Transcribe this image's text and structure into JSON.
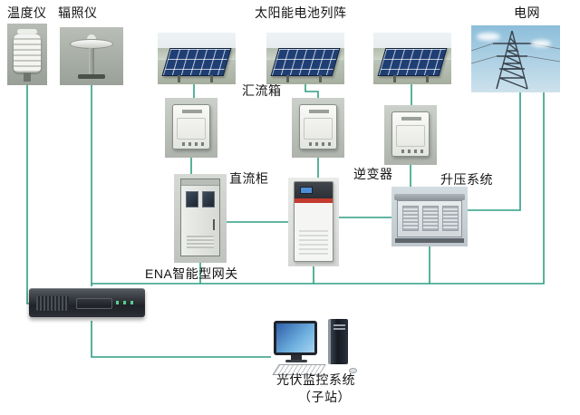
{
  "theme": {
    "line-color": "#2f9e82",
    "bg-color": "#ffffff"
  },
  "nodes": {
    "temperature": {
      "label": "温度仪"
    },
    "irradiance": {
      "label": "辐照仪"
    },
    "solar_array": {
      "label": "太阳能电池列阵",
      "panel_count": 3
    },
    "grid": {
      "label": "电网"
    },
    "combiner": {
      "label": "汇流箱",
      "box_count": 3
    },
    "dc_cabinet": {
      "label": "直流柜"
    },
    "inverter": {
      "label": "逆变器"
    },
    "boost_system": {
      "label": "升压系统"
    },
    "gateway": {
      "label": "ENA智能型网关"
    },
    "monitor": {
      "label_line1": "光伏监控系统",
      "label_line2": "（子站）"
    }
  },
  "connections": [
    {
      "from": "温度仪",
      "to": "ENA智能型网关"
    },
    {
      "from": "辐照仪",
      "to": "ENA智能型网关"
    },
    {
      "from": "太阳能电池列阵-1",
      "to": "汇流箱-1"
    },
    {
      "from": "太阳能电池列阵-2",
      "to": "汇流箱-2"
    },
    {
      "from": "太阳能电池列阵-3",
      "to": "汇流箱-3"
    },
    {
      "from": "汇流箱-1",
      "to": "直流柜"
    },
    {
      "from": "汇流箱-2",
      "to": "逆变器"
    },
    {
      "from": "汇流箱-3",
      "to": "升压系统"
    },
    {
      "from": "直流柜",
      "to": "逆变器"
    },
    {
      "from": "逆变器",
      "to": "升压系统"
    },
    {
      "from": "升压系统",
      "to": "电网"
    },
    {
      "from": "直流柜",
      "to": "ENA智能型网关"
    },
    {
      "from": "逆变器",
      "to": "ENA智能型网关"
    },
    {
      "from": "升压系统",
      "to": "ENA智能型网关"
    },
    {
      "from": "电网",
      "to": "ENA智能型网关"
    },
    {
      "from": "ENA智能型网关",
      "to": "光伏监控系统（子站）"
    }
  ]
}
